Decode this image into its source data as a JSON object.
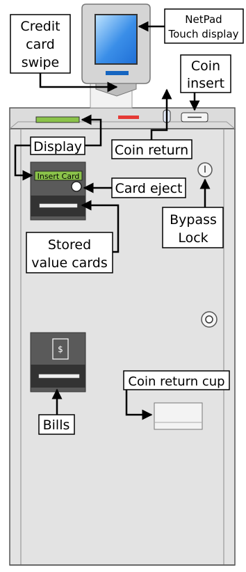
{
  "labels": {
    "credit_card_swipe": [
      "Credit",
      "card",
      "swipe"
    ],
    "netpad": [
      "NetPad",
      "Touch display"
    ],
    "coin_insert": [
      "Coin",
      "insert"
    ],
    "display": "Display",
    "coin_return": "Coin return",
    "insert_card": "Insert Card",
    "card_eject": "Card eject",
    "bypass_lock": [
      "Bypass",
      "Lock"
    ],
    "stored_value_cards": [
      "Stored",
      "value cards"
    ],
    "dollar_sign": "$",
    "coin_return_cup": "Coin return cup",
    "bills": "Bills"
  },
  "colors": {
    "display_green": "#8bc34a",
    "indicator_red": "#e53935",
    "touchscreen_blue": "#2f7fe0",
    "button_blue": "#1565c0",
    "machine_gray": "#dcdcdc",
    "unit_dark": "#555555"
  }
}
